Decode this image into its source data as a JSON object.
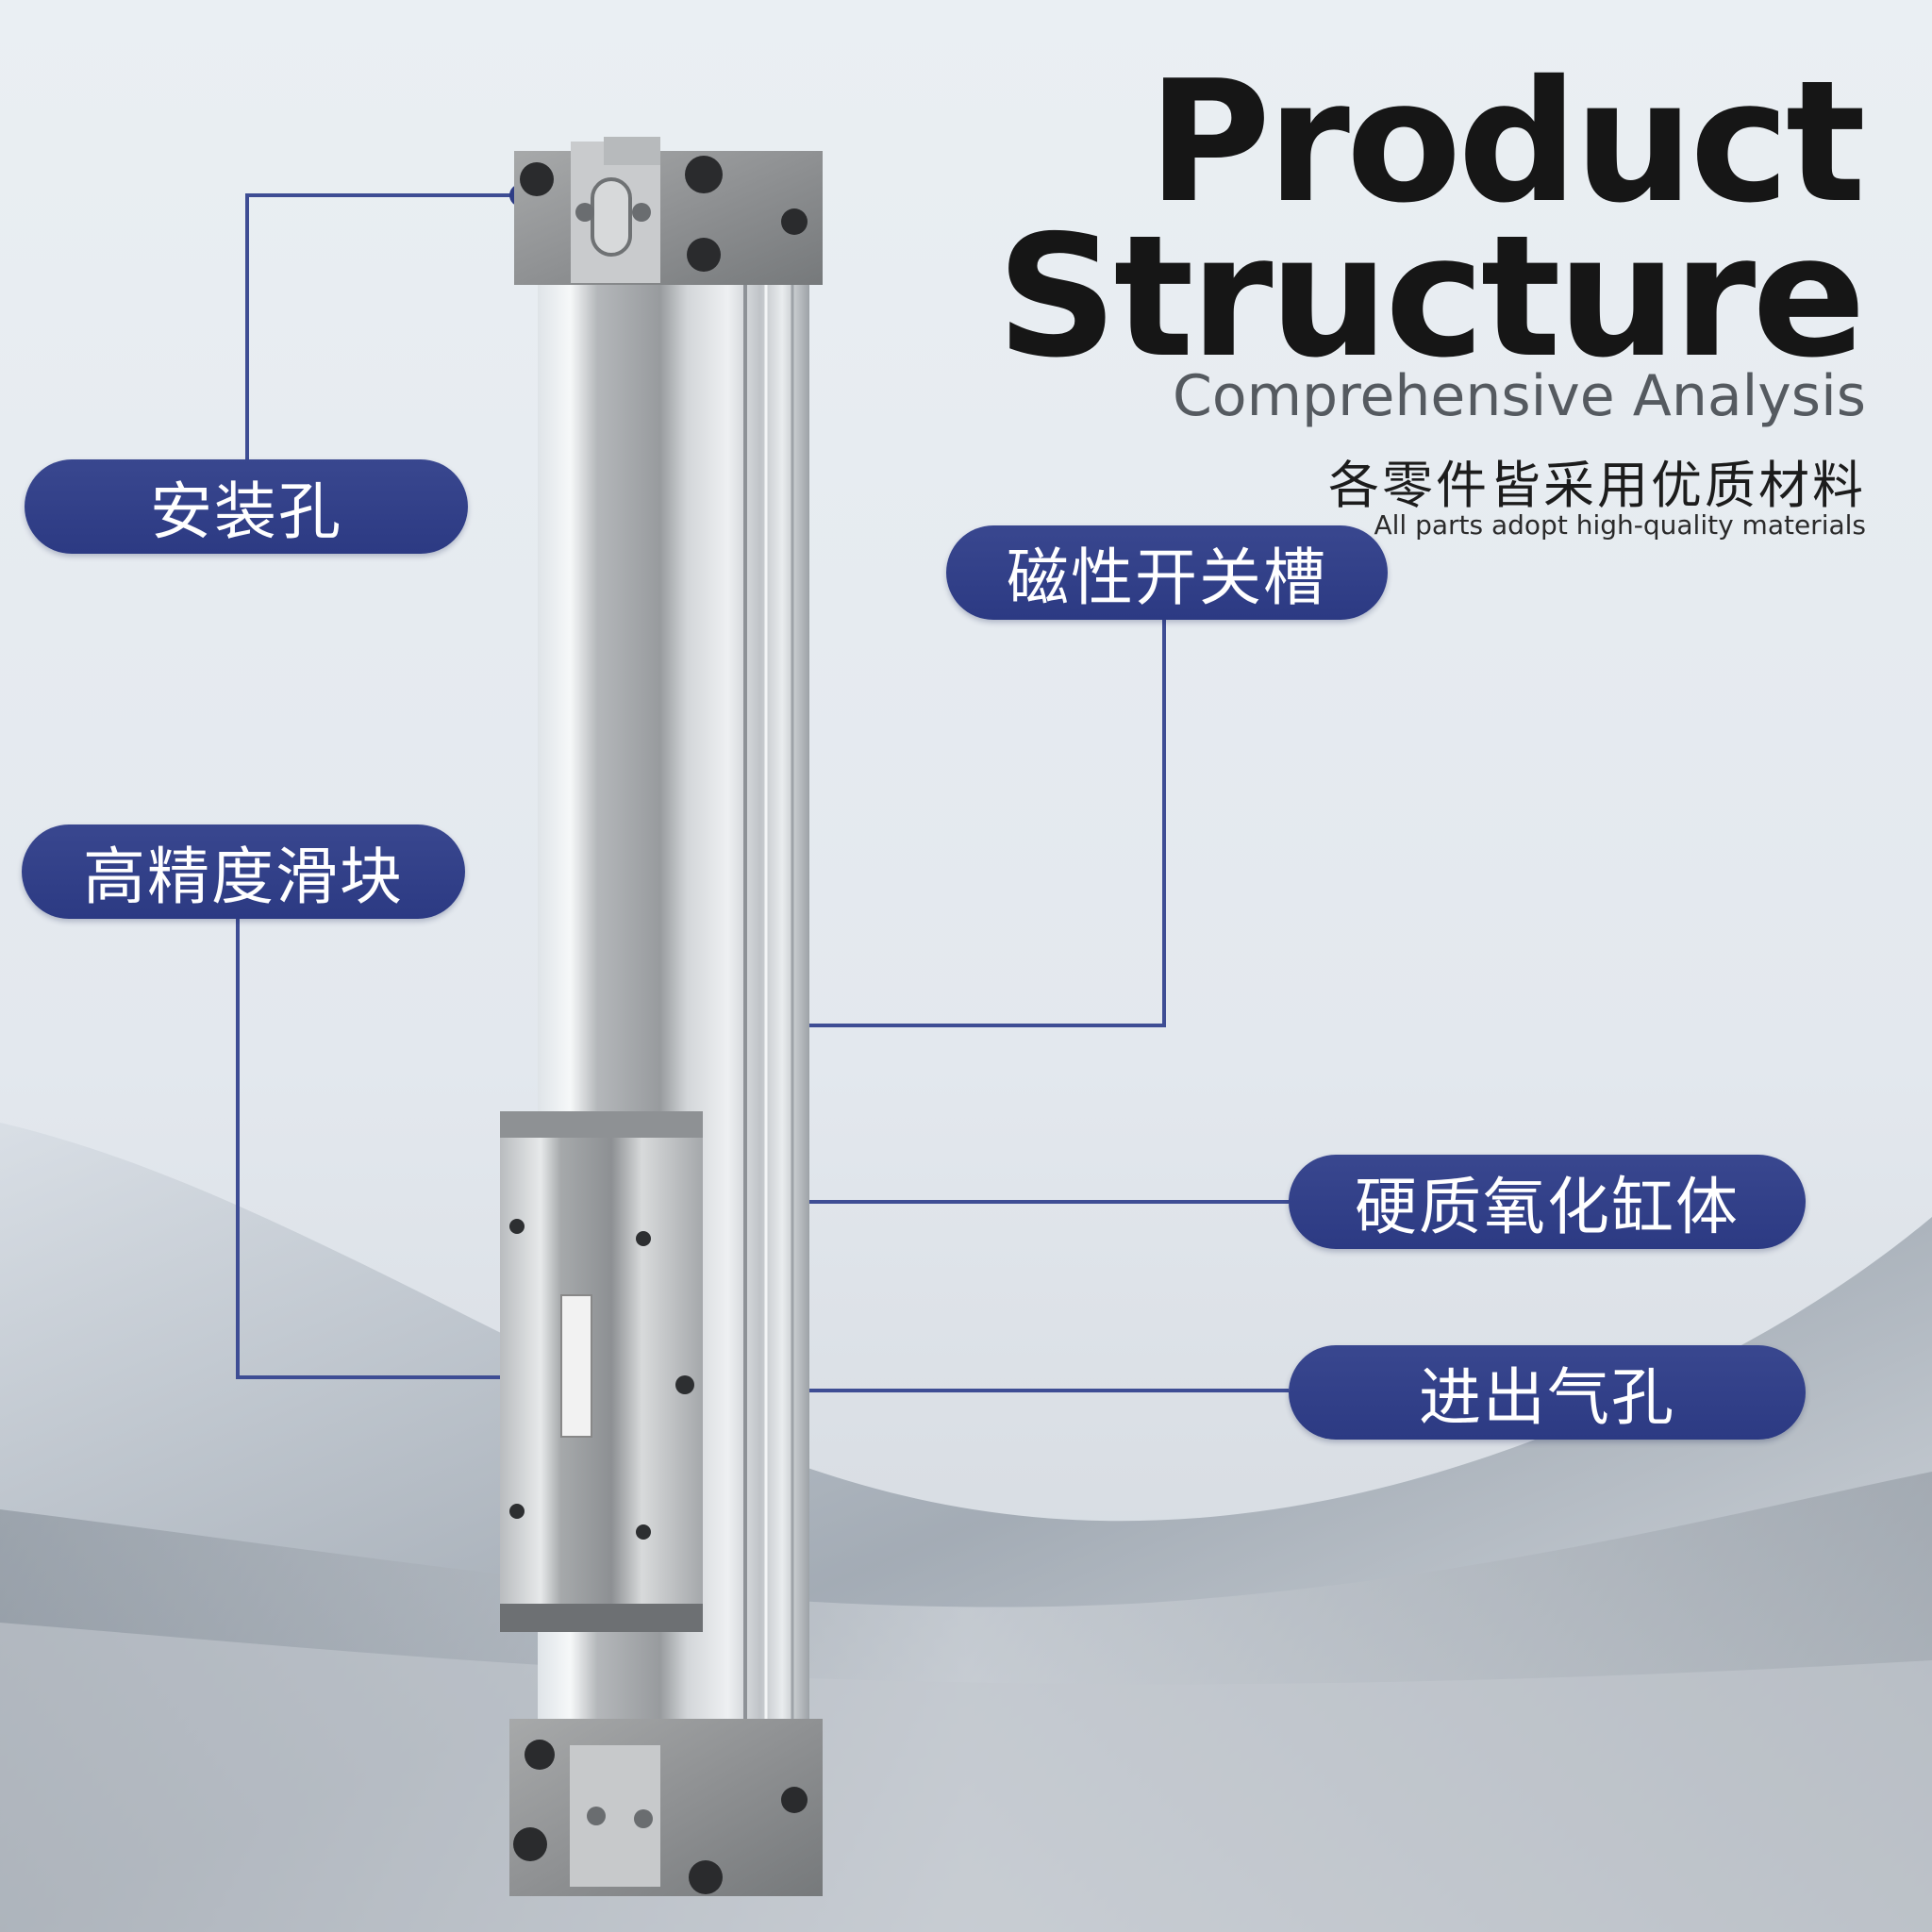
{
  "heading": {
    "line1": "Product",
    "line2": "Structure",
    "subtitle": "Comprehensive Analysis",
    "tagline_cn": "各零件皆采用优质材料",
    "tagline_en": "All parts adopt high-quality materials"
  },
  "callouts": {
    "mounting_hole": "安装孔",
    "slider": "高精度滑块",
    "switch_slot": "磁性开关槽",
    "cylinder_body": "硬质氧化缸体",
    "air_port": "进出气孔"
  },
  "colors": {
    "accent": "#2f3d86",
    "line": "#3e4d94",
    "title": "#161616"
  }
}
